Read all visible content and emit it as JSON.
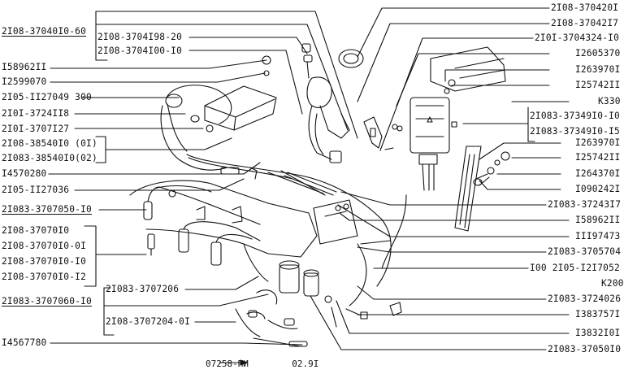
{
  "figure": {
    "title": "Ignition system parts diagram",
    "code_left": "07258-ПИ",
    "code_arrow": "→",
    "code_right": "02.9I"
  },
  "labels_left": [
    {
      "id": "l1",
      "text": "2I08-37040I0-60",
      "underline": true
    },
    {
      "id": "l2",
      "text": "2I08-3704I98-20"
    },
    {
      "id": "l3",
      "text": "2I08-3704I00-I0"
    },
    {
      "id": "l4",
      "text": "I58962II"
    },
    {
      "id": "l5",
      "text": "I2599070"
    },
    {
      "id": "l6",
      "text": "2I05-II27049 300"
    },
    {
      "id": "l7",
      "text": "2I0I-3724II8"
    },
    {
      "id": "l8",
      "text": "2I0I-3707I27"
    },
    {
      "id": "l9",
      "text": "2I08-38540I0 (0I)"
    },
    {
      "id": "l10",
      "text": "2I083-38540I0(02)"
    },
    {
      "id": "l11",
      "text": "I4570280"
    },
    {
      "id": "l12",
      "text": "2I05-II27036"
    },
    {
      "id": "l13",
      "text": "2I083-3707050-I0",
      "underline": true
    },
    {
      "id": "l14",
      "text": "2I08-37070I0"
    },
    {
      "id": "l15",
      "text": "2I08-37070I0-0I"
    },
    {
      "id": "l16",
      "text": "2I08-37070I0-I0"
    },
    {
      "id": "l17",
      "text": "2I08-37070I0-I2"
    },
    {
      "id": "l18",
      "text": "2I083-3707206"
    },
    {
      "id": "l19",
      "text": "2I083-3707060-I0",
      "underline": true
    },
    {
      "id": "l20",
      "text": "2I08-3707204-0I"
    },
    {
      "id": "l21",
      "text": "I4567780"
    }
  ],
  "labels_right": [
    {
      "id": "r1",
      "text": "2I08-370420I"
    },
    {
      "id": "r2",
      "text": "2I08-37042I7"
    },
    {
      "id": "r3",
      "text": "2I0I-3704324-I0"
    },
    {
      "id": "r4",
      "text": "I2605370"
    },
    {
      "id": "r5",
      "text": "I263970I"
    },
    {
      "id": "r6",
      "text": "I25742II"
    },
    {
      "id": "r7",
      "text": "K330"
    },
    {
      "id": "r8",
      "text": "2I083-37349I0-I0"
    },
    {
      "id": "r9",
      "text": "2I083-37349I0-I5"
    },
    {
      "id": "r10",
      "text": "I263970I"
    },
    {
      "id": "r11",
      "text": "I25742II"
    },
    {
      "id": "r12",
      "text": "I264370I"
    },
    {
      "id": "r13",
      "text": "I090242I"
    },
    {
      "id": "r14",
      "text": "2I083-37243I7"
    },
    {
      "id": "r15",
      "text": "I58962II"
    },
    {
      "id": "r16",
      "text": "III97473"
    },
    {
      "id": "r17",
      "text": "2I083-3705704"
    },
    {
      "id": "r18",
      "text": "I00 2I05-I2I7052"
    },
    {
      "id": "r19",
      "text": "K200"
    },
    {
      "id": "r20",
      "text": "2I083-3724026"
    },
    {
      "id": "r21",
      "text": "I383757I"
    },
    {
      "id": "r22",
      "text": "I3832I0I"
    },
    {
      "id": "r23",
      "text": "2I083-37050I0"
    }
  ]
}
